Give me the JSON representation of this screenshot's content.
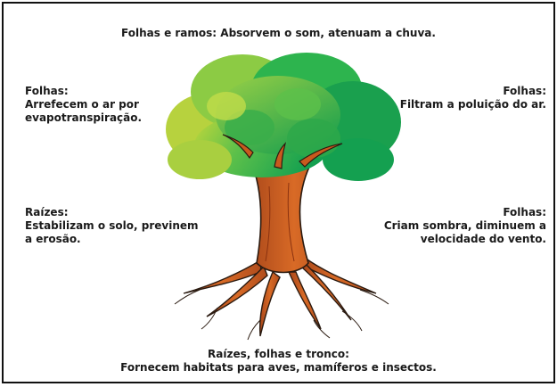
{
  "labels": {
    "top": "Folhas e ramos: Absorvem o som, atenuam a chuva.",
    "top_left": {
      "title": "Folhas:",
      "line1": "Arrefecem o ar por",
      "line2": "evapotranspiração."
    },
    "top_right": {
      "title": "Folhas:",
      "line1": "Filtram a poluição do ar."
    },
    "mid_left": {
      "title": "Raízes:",
      "line1": "Estabilizam o solo, previnem",
      "line2": "a erosão."
    },
    "mid_right": {
      "title": "Folhas:",
      "line1": "Criam sombra, diminuem a",
      "line2": "velocidade do vento."
    },
    "bottom": {
      "line1": "Raízes, folhas e tronco:",
      "line2": "Fornecem habitats para aves, mamíferos e insectos."
    }
  },
  "colors": {
    "foliage_light": "#b9d13a",
    "foliage_mid": "#5cc04a",
    "foliage_dark": "#1aa04e",
    "trunk": "#c85a1e",
    "trunk_outline": "#2a1a10",
    "border": "#111111"
  }
}
